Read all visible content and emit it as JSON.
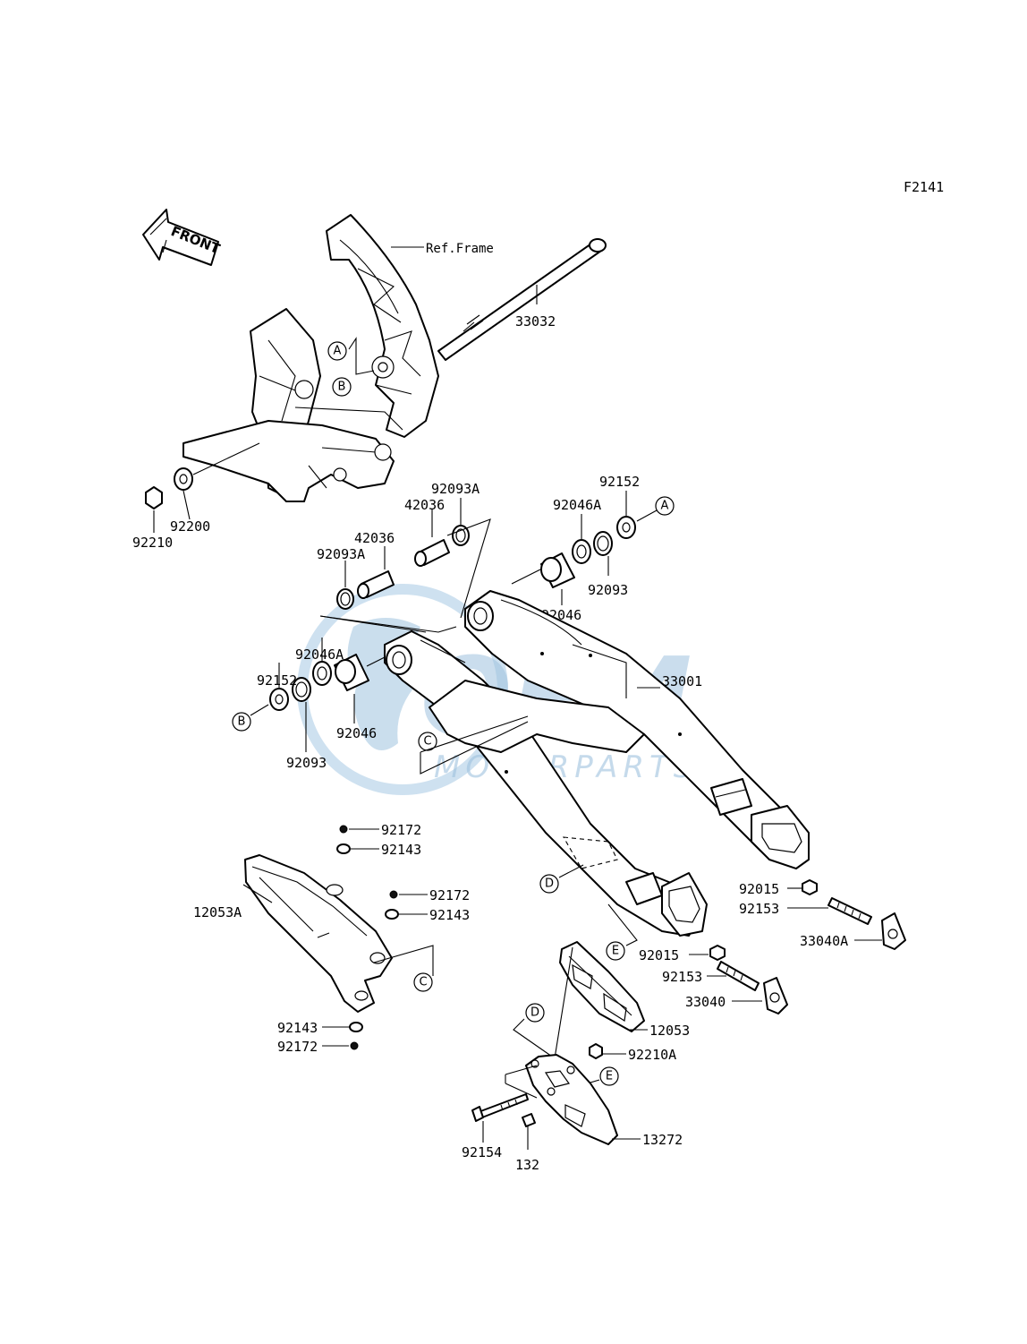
{
  "diagram_id": "F2141",
  "front_label": "FRONT",
  "ref_frame": "Ref.Frame",
  "watermark": {
    "brand": "OEM",
    "sub": "MOTORPARTS",
    "color": "#9fc3df"
  },
  "callouts": {
    "A1": "A",
    "A2": "A",
    "B1": "B",
    "B2": "B",
    "C1": "C",
    "C2": "C",
    "D1": "D",
    "D2": "D",
    "E1": "E",
    "E2": "E"
  },
  "parts": {
    "p33032": "33032",
    "p92200": "92200",
    "p92210": "92210",
    "p42036a": "42036",
    "p92093Aa": "92093A",
    "p42036b": "42036",
    "p92093Ab": "92093A",
    "p92046Aa": "92046A",
    "p92152a": "92152",
    "p92093a": "92093",
    "p92046a": "92046",
    "p92046Ab": "92046A",
    "p92152b": "92152",
    "p92046b": "92046",
    "p92093b": "92093",
    "p33001": "33001",
    "p92172a": "92172",
    "p92143a": "92143",
    "p92172b": "92172",
    "p92143b": "92143",
    "p12053A": "12053A",
    "p92143c": "92143",
    "p92172c": "92172",
    "p92015a": "92015",
    "p92153a": "92153",
    "p33040A": "33040A",
    "p92015b": "92015",
    "p92153b": "92153",
    "p33040": "33040",
    "p12053": "12053",
    "p92210A": "92210A",
    "p13272": "13272",
    "p92154": "92154",
    "p132": "132"
  }
}
